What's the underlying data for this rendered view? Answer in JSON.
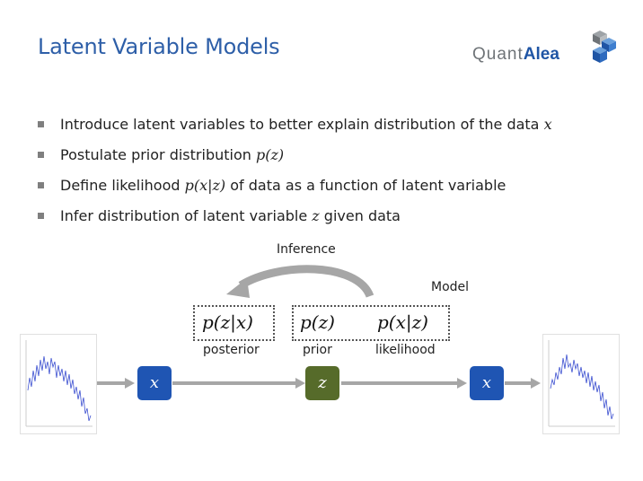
{
  "slide": {
    "title": "Latent Variable Models",
    "logo": {
      "part1": "Quant",
      "part2": "Alea"
    }
  },
  "bullets": [
    {
      "text": "Introduce latent variables to better explain distribution of the data ",
      "math": "x",
      "after": ""
    },
    {
      "text": "Postulate prior distribution ",
      "math": "p(z)",
      "after": ""
    },
    {
      "text": "Define likelihood ",
      "math": "p(x|z)",
      "after": " of data as a function of latent variable"
    },
    {
      "text": "Infer distribution of latent variable ",
      "math": "z",
      "after": " given data"
    }
  ],
  "diagram": {
    "inference_label": "Inference",
    "model_label": "Model",
    "posterior_math": "p(z|x)",
    "posterior_label": "posterior",
    "prior_math": "p(z)",
    "prior_label": "prior",
    "likelihood_math": "p(x|z)",
    "likelihood_label": "likelihood",
    "input_node": "x",
    "latent_node": "z",
    "output_node": "x",
    "colors": {
      "blue_node": "#1f55b3",
      "green_node": "#566b2a",
      "arrow": "#a6a6a6"
    }
  }
}
